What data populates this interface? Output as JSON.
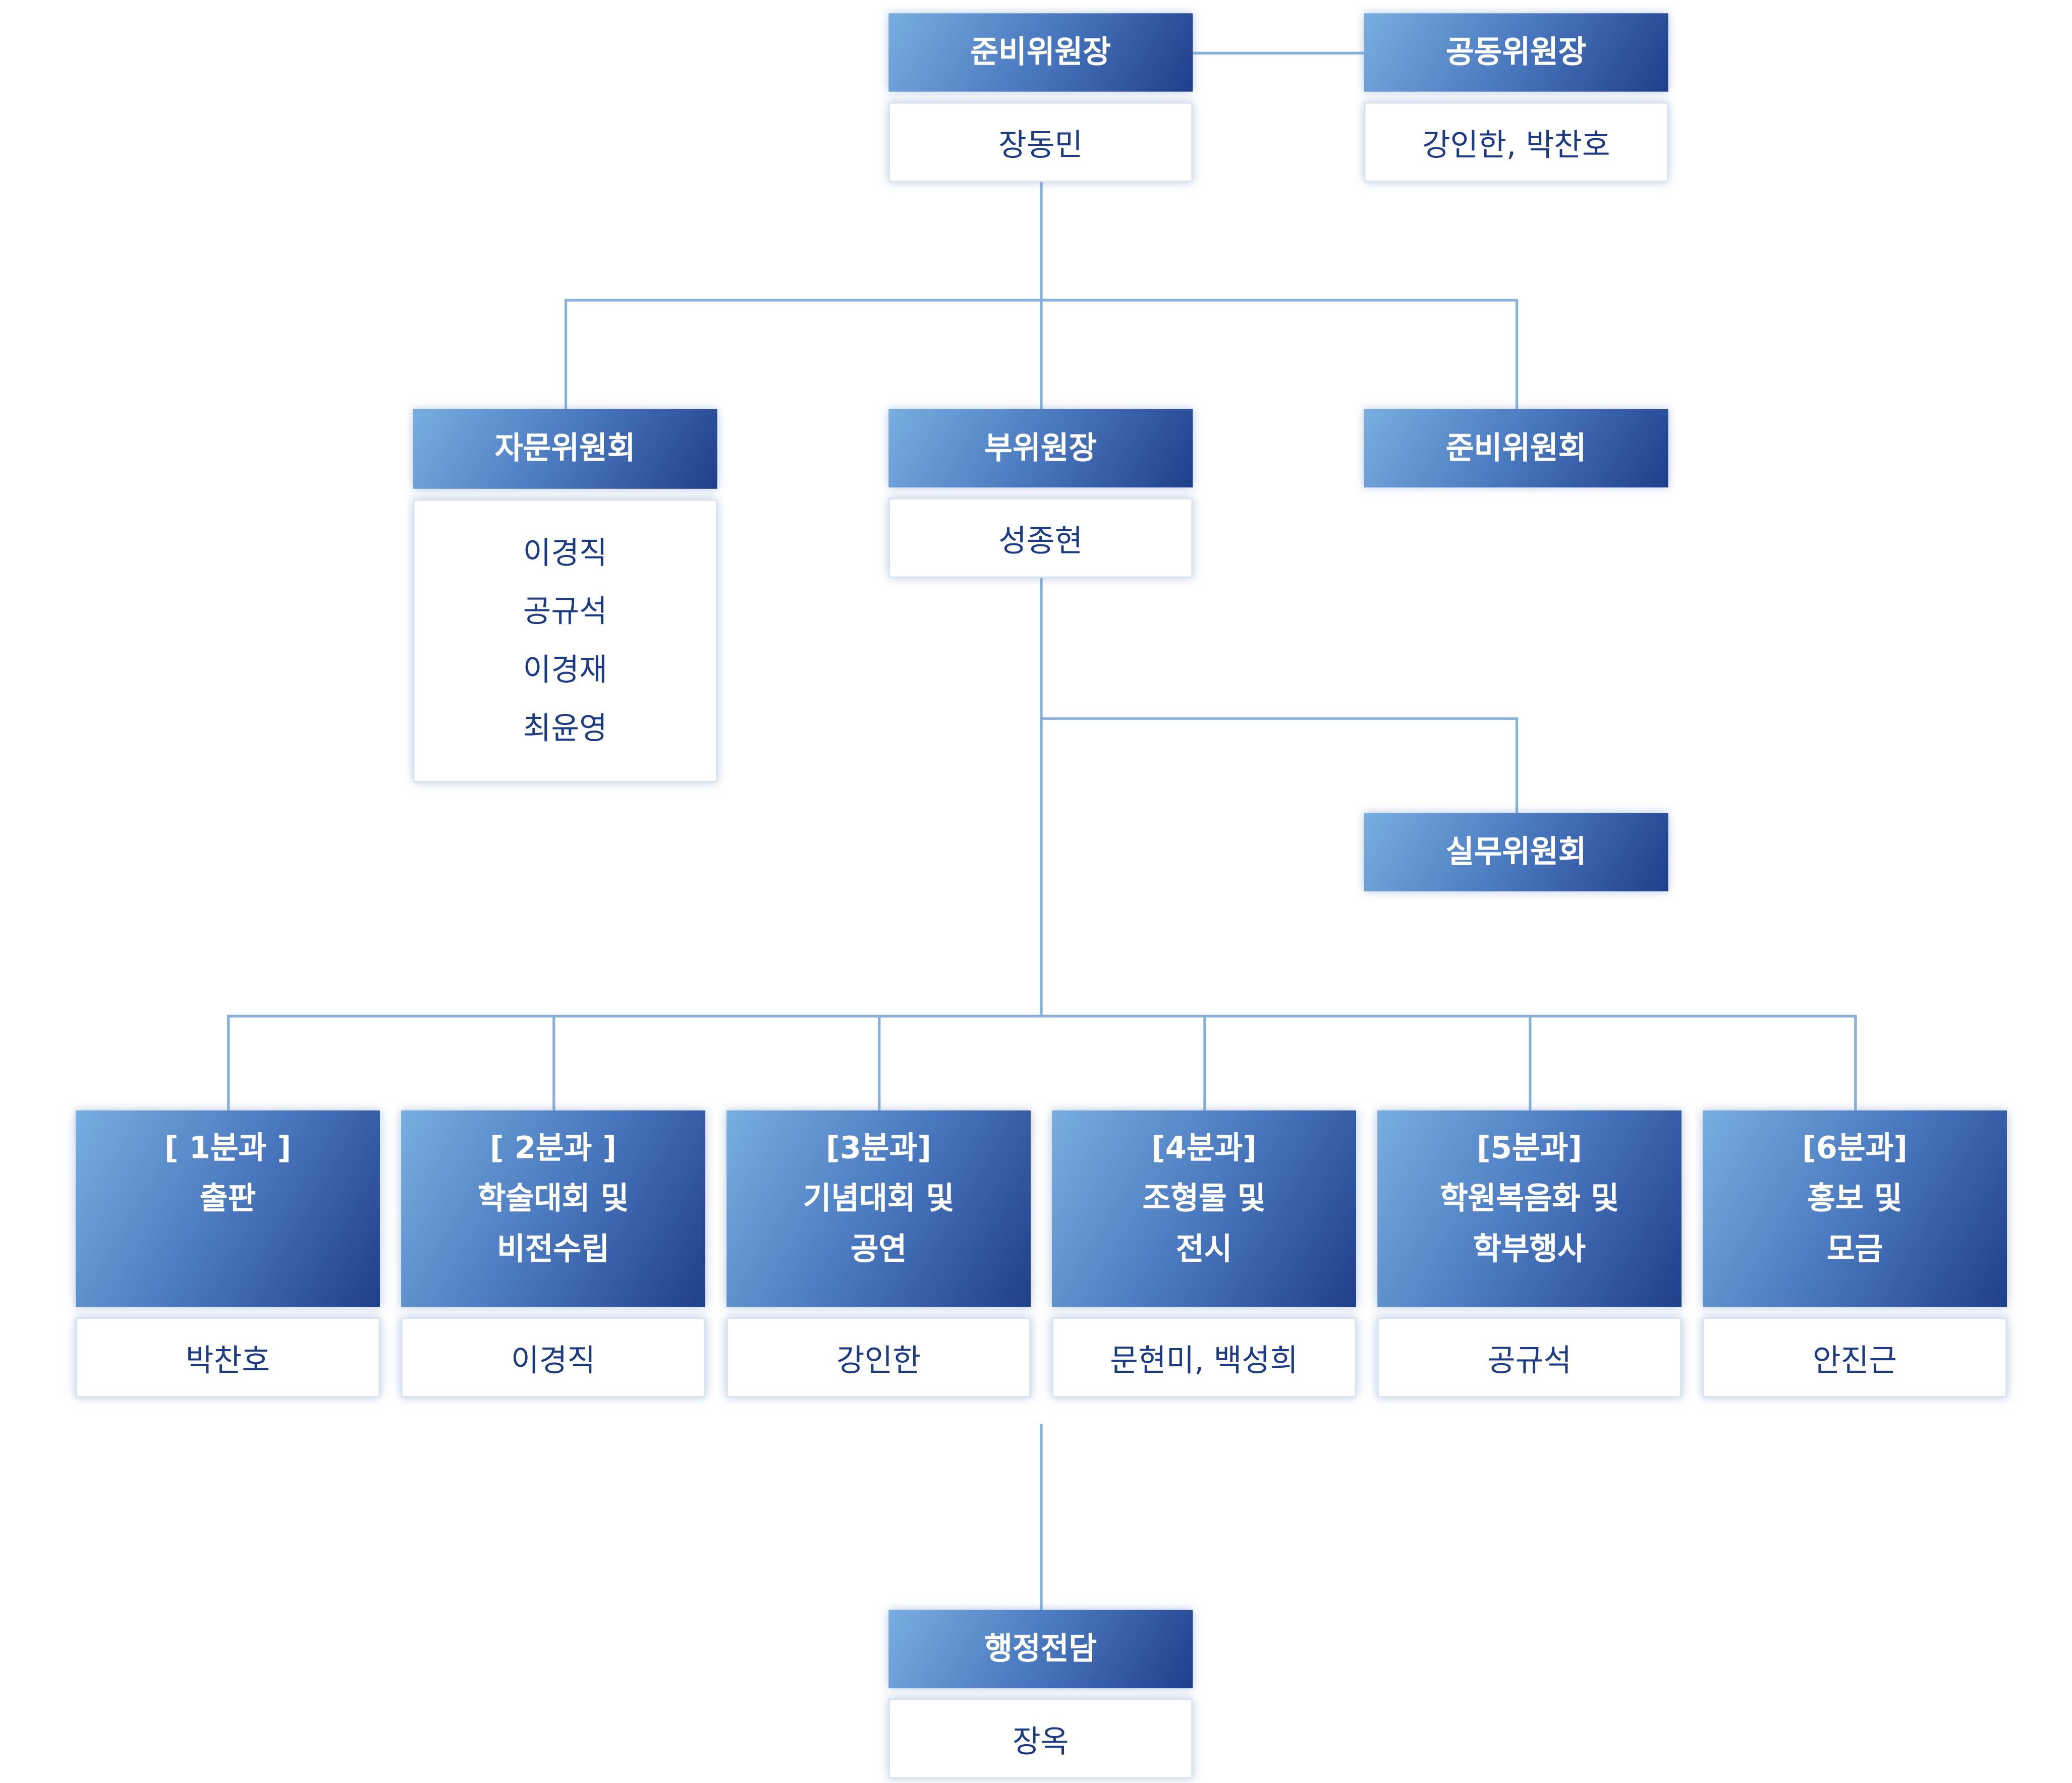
{
  "chair": {
    "title": "준비위원장",
    "name": "장동민"
  },
  "co_chairs": {
    "title": "공동위원장",
    "names": "강인한, 박찬호"
  },
  "advisory": {
    "title": "자문위원회",
    "members": [
      "이경직",
      "공규석",
      "이경재",
      "최윤영"
    ]
  },
  "vice_chair": {
    "title": "부위원장",
    "name": "성종현"
  },
  "prep_committee": {
    "title": "준비위원회"
  },
  "working_committee": {
    "title": "실무위원회"
  },
  "divisions": [
    {
      "lines": [
        "[ 1분과 ]",
        "출판"
      ],
      "lead": "박찬호"
    },
    {
      "lines": [
        "[ 2분과 ]",
        "학술대회 및",
        "비전수립"
      ],
      "lead": "이경직"
    },
    {
      "lines": [
        "[3분과]",
        "기념대회 및",
        "공연"
      ],
      "lead": "강인한"
    },
    {
      "lines": [
        "[4분과]",
        "조형물 및",
        "전시"
      ],
      "lead": "문현미, 백성희"
    },
    {
      "lines": [
        "[5분과]",
        "학원복음화 및",
        "학부행사"
      ],
      "lead": "공규석"
    },
    {
      "lines": [
        "[6분과]",
        "홍보 및",
        "모금"
      ],
      "lead": "안진근"
    }
  ],
  "admin": {
    "title": "행정전담",
    "name": "장옥"
  },
  "colors": {
    "header_start": "#78aee0",
    "header_end": "#1f3f8a",
    "line": "#86b0dc",
    "name_text": "#1c3b84"
  }
}
